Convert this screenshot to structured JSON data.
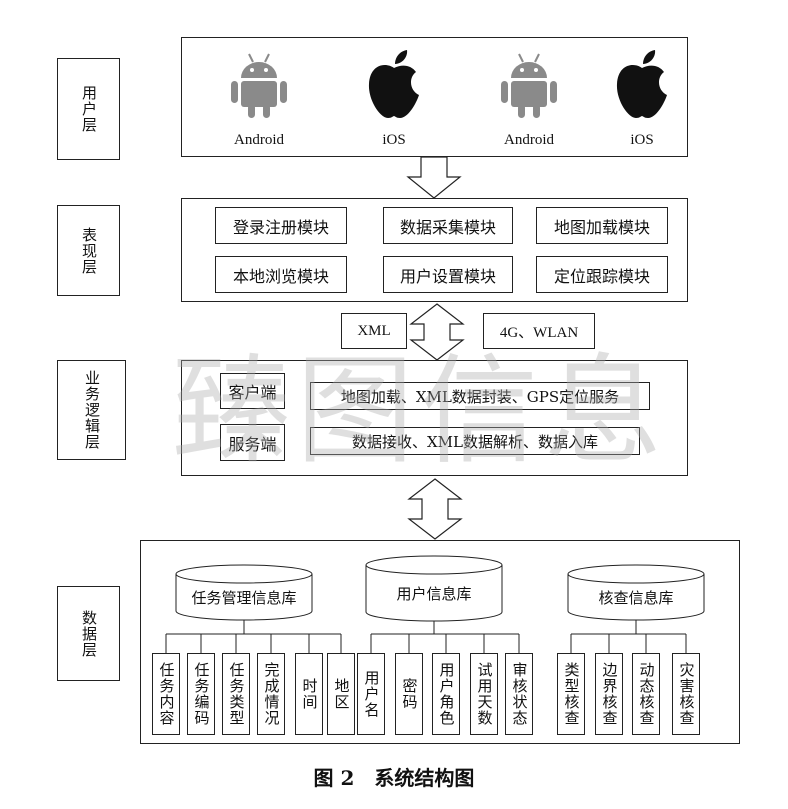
{
  "layers": {
    "user": "用户层",
    "presentation": "表现层",
    "business": "业务逻辑层",
    "data": "数据层"
  },
  "user_layer": {
    "platforms": [
      "Android",
      "iOS",
      "Android",
      "iOS"
    ]
  },
  "presentation_layer": {
    "modules": [
      "登录注册模块",
      "数据采集模块",
      "地图加载模块",
      "本地浏览模块",
      "用户设置模块",
      "定位跟踪模块"
    ]
  },
  "transport": {
    "format": "XML",
    "network": "4G、WLAN"
  },
  "business_layer": {
    "client_label": "客户端",
    "client_desc": "地图加载、XML数据封装、GPS定位服务",
    "server_label": "服务端",
    "server_desc": "数据接收、XML数据解析、数据入库"
  },
  "data_layer": {
    "databases": [
      {
        "name": "任务管理信息库",
        "fields": [
          "任务内容",
          "任务编码",
          "任务类型",
          "完成情况",
          "时间",
          "地区"
        ]
      },
      {
        "name": "用户信息库",
        "fields": [
          "用户名",
          "密码",
          "用户角色",
          "试用天数",
          "审核状态"
        ]
      },
      {
        "name": "核查信息库",
        "fields": [
          "类型核查",
          "边界核查",
          "动态核查",
          "灾害核查"
        ]
      }
    ]
  },
  "watermark": "臻图信息",
  "caption": "图 2　系统结构图",
  "colors": {
    "line": "#222222",
    "android_gray": "#8a8a8a",
    "apple_black": "#111111"
  }
}
